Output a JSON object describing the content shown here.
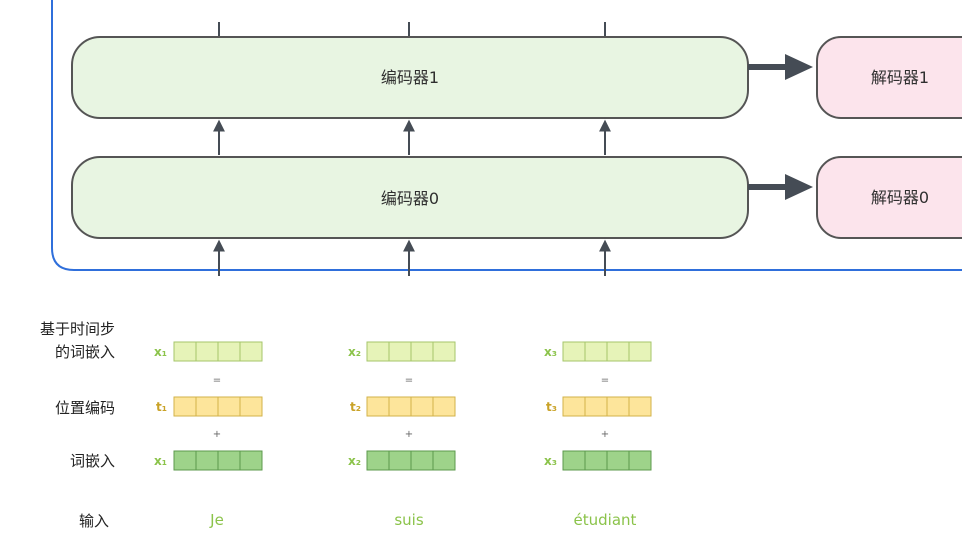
{
  "encoders": [
    {
      "label": "编码器1"
    },
    {
      "label": "编码器0"
    }
  ],
  "decoders": [
    {
      "label": "解码器1"
    },
    {
      "label": "解码器0"
    }
  ],
  "row_labels": {
    "time_step_embedding_line1": "基于时间步",
    "time_step_embedding_line2": "的词嵌入",
    "positional_encoding": "位置编码",
    "word_embedding": "词嵌入",
    "input": "输入"
  },
  "tokens": [
    {
      "word": "Je",
      "x_label": "x₁",
      "t_label": "t₁"
    },
    {
      "word": "suis",
      "x_label": "x₂",
      "t_label": "t₂"
    },
    {
      "word": "étudiant",
      "x_label": "x₃",
      "t_label": "t₃"
    }
  ],
  "symbols": {
    "equals": "=",
    "plus": "+"
  },
  "colors": {
    "encoder_fill": "#e8f5e2",
    "decoder_fill": "#fce4ec",
    "box_stroke": "#555555",
    "container_stroke": "#2f6fdb",
    "arrow": "#454c55",
    "combined_cell": "#e6f3b8",
    "combined_stroke": "#a5c66a",
    "position_cell": "#fde59b",
    "position_stroke": "#d2b24a",
    "embedding_cell": "#9ed38a",
    "embedding_stroke": "#5c9a4c",
    "x_label": "#8bc34a",
    "t_label": "#c9a227",
    "input_word": "#8bc34a"
  }
}
